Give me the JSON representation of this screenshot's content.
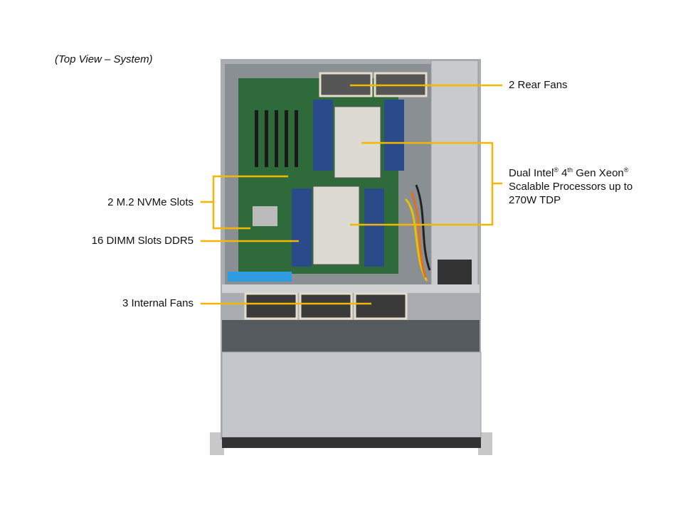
{
  "view_caption": "(Top View – System)",
  "callouts": {
    "rear_fans": "2 Rear Fans",
    "cpu_line1_a": "Dual Intel",
    "cpu_reg1": "®",
    "cpu_line1_b": " 4",
    "cpu_th": "th",
    "cpu_line1_c": " Gen Xeon",
    "cpu_reg2": "®",
    "cpu_line2": "Scalable Processors up to",
    "cpu_line3": "270W TDP",
    "nvme": "2 M.2 NVMe Slots",
    "dimm": "16 DIMM Slots DDR5",
    "internal_fans": "3 Internal  Fans"
  },
  "colors": {
    "callout": "#F2B705",
    "board": "#2f6b3a",
    "chassis": "#b9bcc0",
    "dimm": "#2a4a8a",
    "blue_latch": "#2f9be0"
  }
}
